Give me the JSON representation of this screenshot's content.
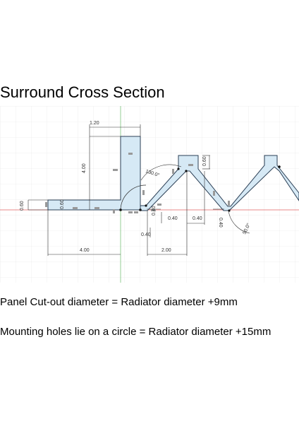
{
  "title": "Surround Cross Section",
  "dimensions": {
    "d120": "1.20",
    "d400v": "4.00",
    "d060_left": "0.60",
    "d060_inner": "0.60",
    "d060_top": "0.60",
    "d400h": "4.00",
    "angle130": "130.0°",
    "d040_a": "0.40",
    "d040_b": "0.40",
    "d040_c": "0.40",
    "d040_d": "0.40",
    "d040_e": "0.40",
    "d200": "2.00",
    "angle50": "50.0°"
  },
  "notes": {
    "cutout": "Panel Cut-out diameter = Radiator diameter +9mm",
    "mounting": "Mounting holes lie on a circle = Radiator diameter +15mm"
  },
  "colors": {
    "profile_fill": "#d6e9f5",
    "profile_stroke": "#2b3f55",
    "grid": "#e4e4e4",
    "axis_red": "#e06060",
    "axis_green": "#7cc07c"
  }
}
